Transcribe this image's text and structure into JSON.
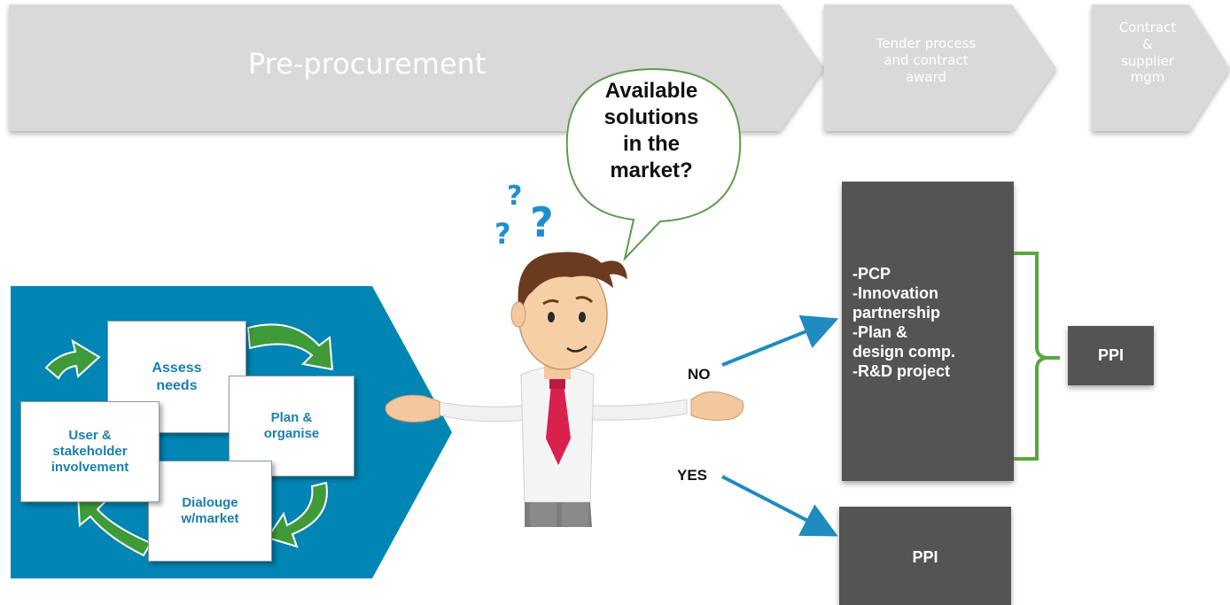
{
  "process_steps": [
    {
      "label": "Pre-procurement"
    },
    {
      "label": "Tender process\nand contract\naward"
    },
    {
      "label": "Contract\n&\nsupplier\nmgm"
    }
  ],
  "speech_bubble": {
    "text": "Available\nsolutions\nin the\nmarket?"
  },
  "cycle": {
    "cards": [
      {
        "label": "Assess\nneeds"
      },
      {
        "label": "Plan &\norganise"
      },
      {
        "label": "Dialouge\nw/market"
      },
      {
        "label": "User &\nstakeholder\ninvolvement"
      }
    ]
  },
  "branches": {
    "no": {
      "label": "NO",
      "box_lines": [
        "-PCP",
        "-Innovation",
        "partnership",
        "-Plan &",
        "design comp.",
        "-R&D project"
      ]
    },
    "yes": {
      "label": "YES",
      "box_label": "PPI"
    }
  },
  "outcome": {
    "label": "PPI"
  },
  "colors": {
    "chevron": "#d9d9d9",
    "cycle_bg": "#0085b5",
    "card_text": "#1a7fae",
    "green_arrow": "#3f9b3a",
    "dark_box": "#545454",
    "connector": "#1f8bbf",
    "bracket": "#5aa640",
    "question_marks": "#1d8fd0",
    "tie": "#d8224d"
  }
}
